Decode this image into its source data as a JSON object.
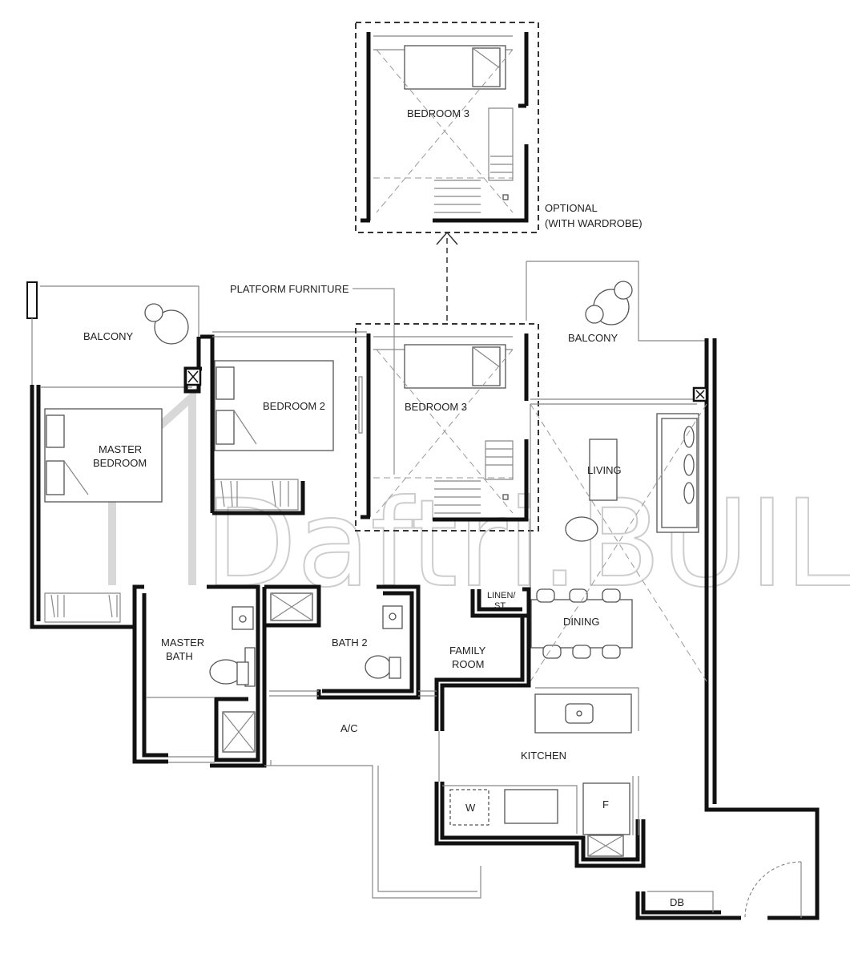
{
  "rooms": {
    "bedroom3_optional": "BEDROOM 3",
    "bedroom3": "BEDROOM 3",
    "bedroom2": "BEDROOM 2",
    "master_bedroom_line1": "MASTER",
    "master_bedroom_line2": "BEDROOM",
    "balcony_left": "BALCONY",
    "balcony_right": "BALCONY",
    "living": "LIVING",
    "dining": "DINING",
    "linen_line1": "LINEN/",
    "linen_line2": "ST",
    "master_bath_line1": "MASTER",
    "master_bath_line2": "BATH",
    "bath2": "BATH 2",
    "family_room_line1": "FAMILY",
    "family_room_line2": "ROOM",
    "ac": "A/C",
    "kitchen": "KITCHEN",
    "washer": "W",
    "fridge": "F",
    "db": "DB"
  },
  "annotations": {
    "optional_line1": "OPTIONAL",
    "optional_line2": "(WITH WARDROBE)",
    "platform_furniture": "PLATFORM FURNITURE"
  },
  "watermark": "Daftri.BUILD"
}
